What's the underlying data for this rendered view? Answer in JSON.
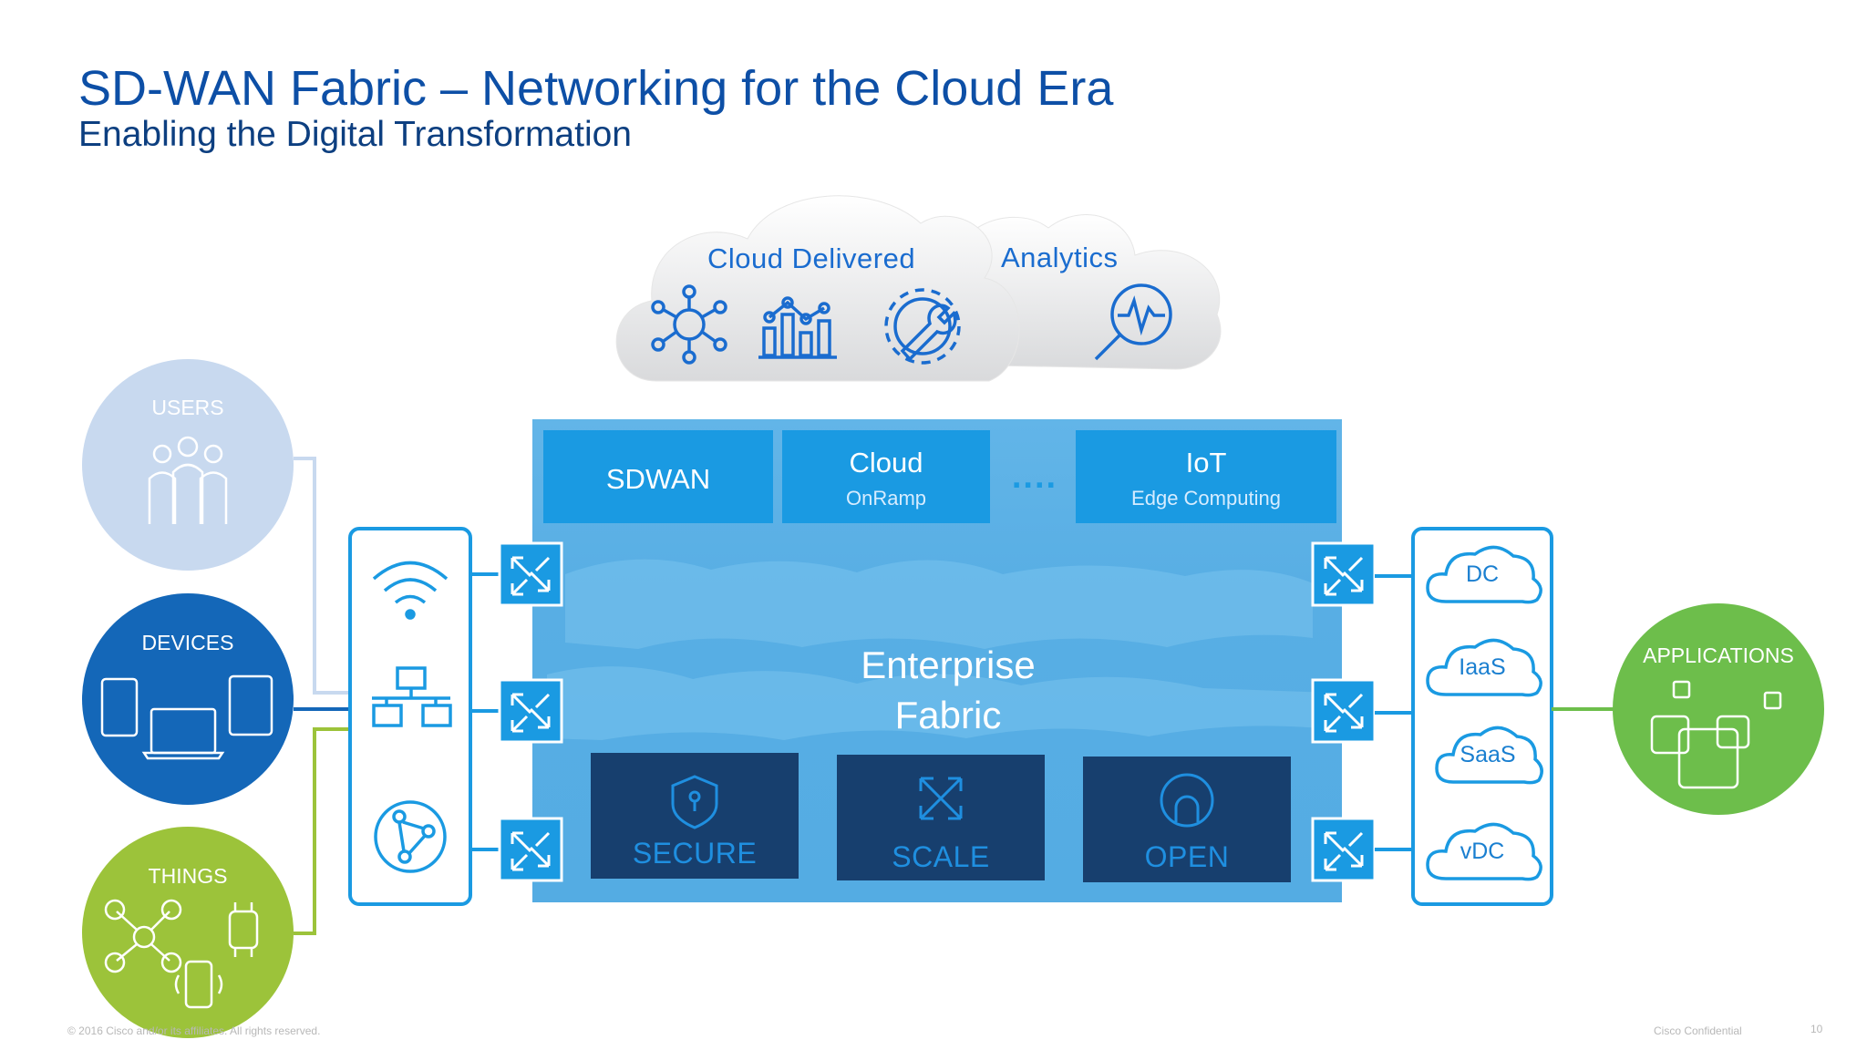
{
  "slide": {
    "title": "SD-WAN Fabric – Networking for the Cloud Era",
    "subtitle": "Enabling the Digital Transformation",
    "footer_left": "© 2016 Cisco and/or its affiliates. All rights reserved.",
    "footer_right": "Cisco Confidential",
    "page_number": "10"
  },
  "clouds": {
    "delivered_label": "Cloud Delivered",
    "analytics_label": "Analytics",
    "icons": [
      "hub-network-icon",
      "bar-chart-icon",
      "gear-wrench-icon",
      "analytics-magnifier-icon"
    ]
  },
  "left_circles": [
    {
      "label": "USERS",
      "icon": "users-group-icon",
      "color": "#c8d9ef"
    },
    {
      "label": "DEVICES",
      "icon": "devices-icon",
      "color": "#1467b8"
    },
    {
      "label": "THINGS",
      "icon": "iot-things-icon",
      "color": "#9cc33a"
    }
  ],
  "right_circle": {
    "label": "APPLICATIONS",
    "icon": "app-squares-icon",
    "color": "#6dbe4b"
  },
  "access_icons": [
    "wifi-icon",
    "network-switch-icon",
    "globe-network-icon"
  ],
  "services": {
    "items": [
      {
        "main": "SDWAN",
        "sub": ""
      },
      {
        "main": "Cloud",
        "sub": "OnRamp"
      },
      {
        "main": "IoT",
        "sub": "Edge Computing"
      }
    ],
    "ellipsis": "...."
  },
  "fabric": {
    "line1": "Enterprise",
    "line2": "Fabric"
  },
  "tiles": [
    {
      "label": "SECURE",
      "icon": "shield-icon"
    },
    {
      "label": "SCALE",
      "icon": "expand-arrows-icon"
    },
    {
      "label": "OPEN",
      "icon": "open-source-icon"
    }
  ],
  "app_clouds": [
    "DC",
    "IaaS",
    "SaaS",
    "vDC"
  ],
  "colors": {
    "title": "#0d4fa6",
    "fabric_blue": "#5fb4e6",
    "service_blue": "#1a9ae2",
    "tile_navy": "#173f6e",
    "icon_blue": "#1a9ae2"
  }
}
